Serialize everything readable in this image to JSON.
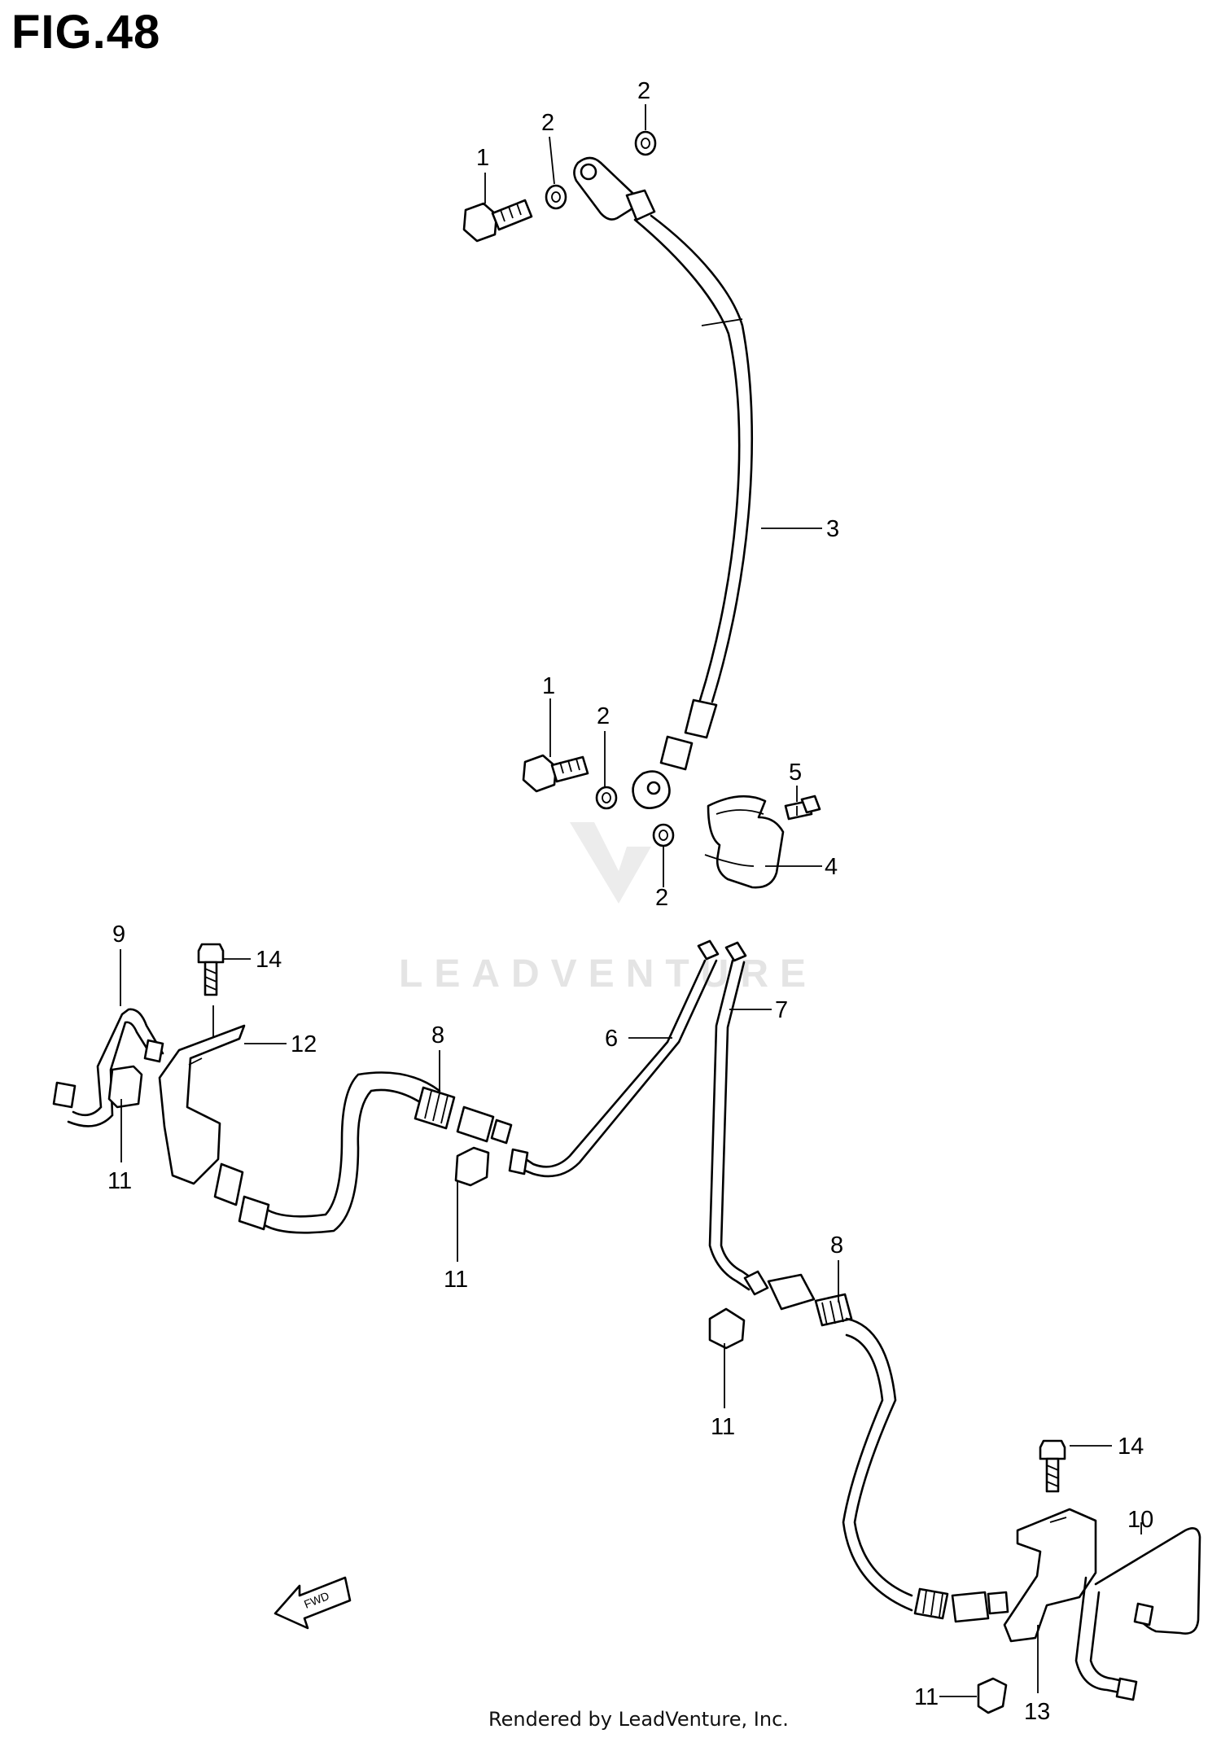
{
  "figure": {
    "title": "FIG.48",
    "footer": "Rendered by LeadVenture, Inc.",
    "watermark": "LEADVENTURE",
    "fwd_label": "FWD"
  },
  "callouts": [
    {
      "id": "c1a",
      "label": "1"
    },
    {
      "id": "c2a",
      "label": "2"
    },
    {
      "id": "c2b",
      "label": "2"
    },
    {
      "id": "c3",
      "label": "3"
    },
    {
      "id": "c1b",
      "label": "1"
    },
    {
      "id": "c2c",
      "label": "2"
    },
    {
      "id": "c5",
      "label": "5"
    },
    {
      "id": "c2d",
      "label": "2"
    },
    {
      "id": "c4",
      "label": "4"
    },
    {
      "id": "c9",
      "label": "9"
    },
    {
      "id": "c14a",
      "label": "14"
    },
    {
      "id": "c12",
      "label": "12"
    },
    {
      "id": "c8a",
      "label": "8"
    },
    {
      "id": "c6",
      "label": "6"
    },
    {
      "id": "c7",
      "label": "7"
    },
    {
      "id": "c11a",
      "label": "11"
    },
    {
      "id": "c11b",
      "label": "11"
    },
    {
      "id": "c8b",
      "label": "8"
    },
    {
      "id": "c11c",
      "label": "11"
    },
    {
      "id": "c14b",
      "label": "14"
    },
    {
      "id": "c10",
      "label": "10"
    },
    {
      "id": "c11d",
      "label": "11"
    },
    {
      "id": "c13",
      "label": "13"
    }
  ]
}
